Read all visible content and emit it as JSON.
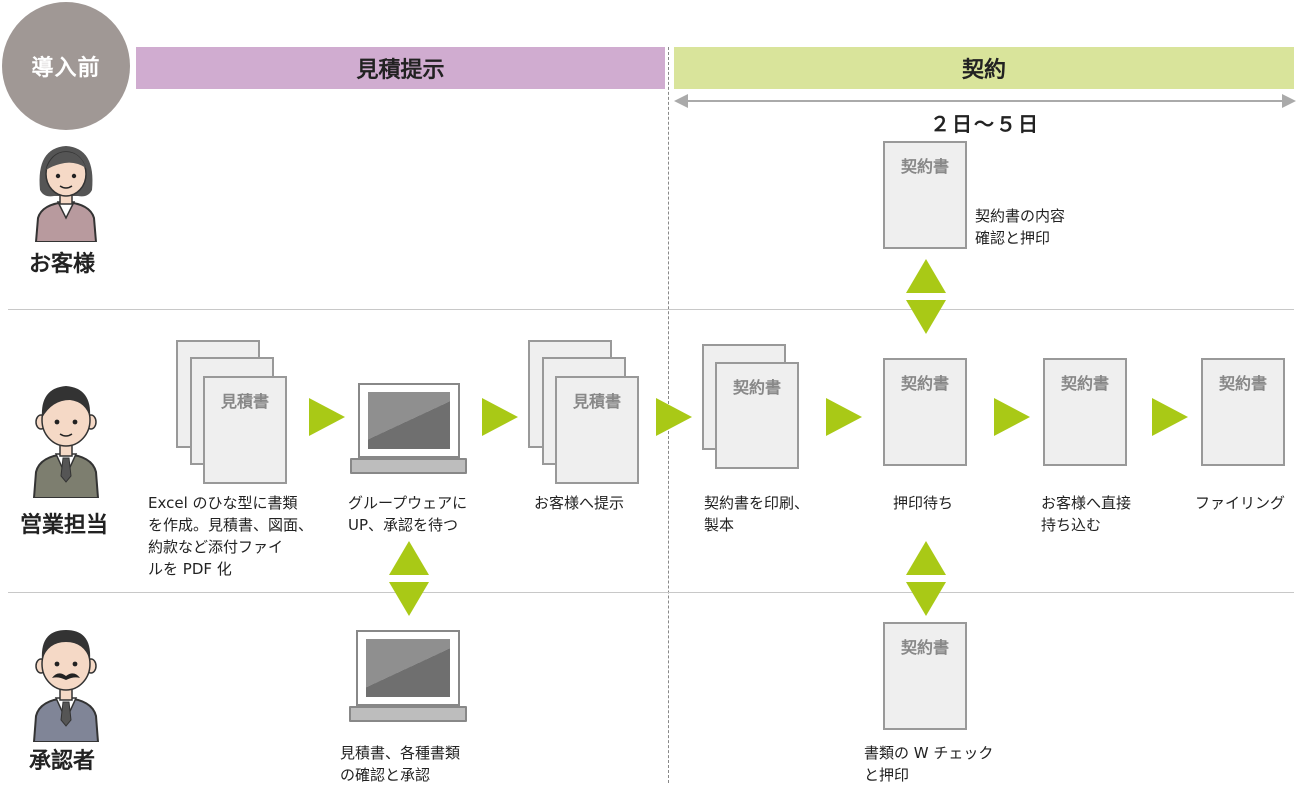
{
  "stage_badge": "導入前",
  "phases": {
    "quote": "見積提示",
    "contract": "契約"
  },
  "duration": "２日〜５日",
  "roles": {
    "customer": "お客様",
    "sales": "営業担当",
    "approver": "承認者"
  },
  "docs": {
    "estimate": "見積書",
    "contract": "契約書"
  },
  "captions": {
    "sales_excel": "Excel のひな型に書類\nを作成。見積書、図面、\n約款など添付ファイ\nルを PDF 化",
    "sales_groupware": "グループウェアに\nUP、承認を待つ",
    "sales_present": "お客様へ提示",
    "sales_print": "契約書を印刷、\n製本",
    "sales_wait_seal": "押印待ち",
    "sales_bring": "お客様へ直接\n持ち込む",
    "sales_filing": "ファイリング",
    "customer_confirm": "契約書の内容\n確認と押印",
    "approver_confirm": "見積書、各種書類\nの確認と承認",
    "approver_check": "書類の W チェック\nと押印"
  },
  "colors": {
    "quote_phase": "#d0acd0",
    "contract_phase": "#d9e49b",
    "arrow": "#a9c916",
    "badge": "#a09895"
  }
}
